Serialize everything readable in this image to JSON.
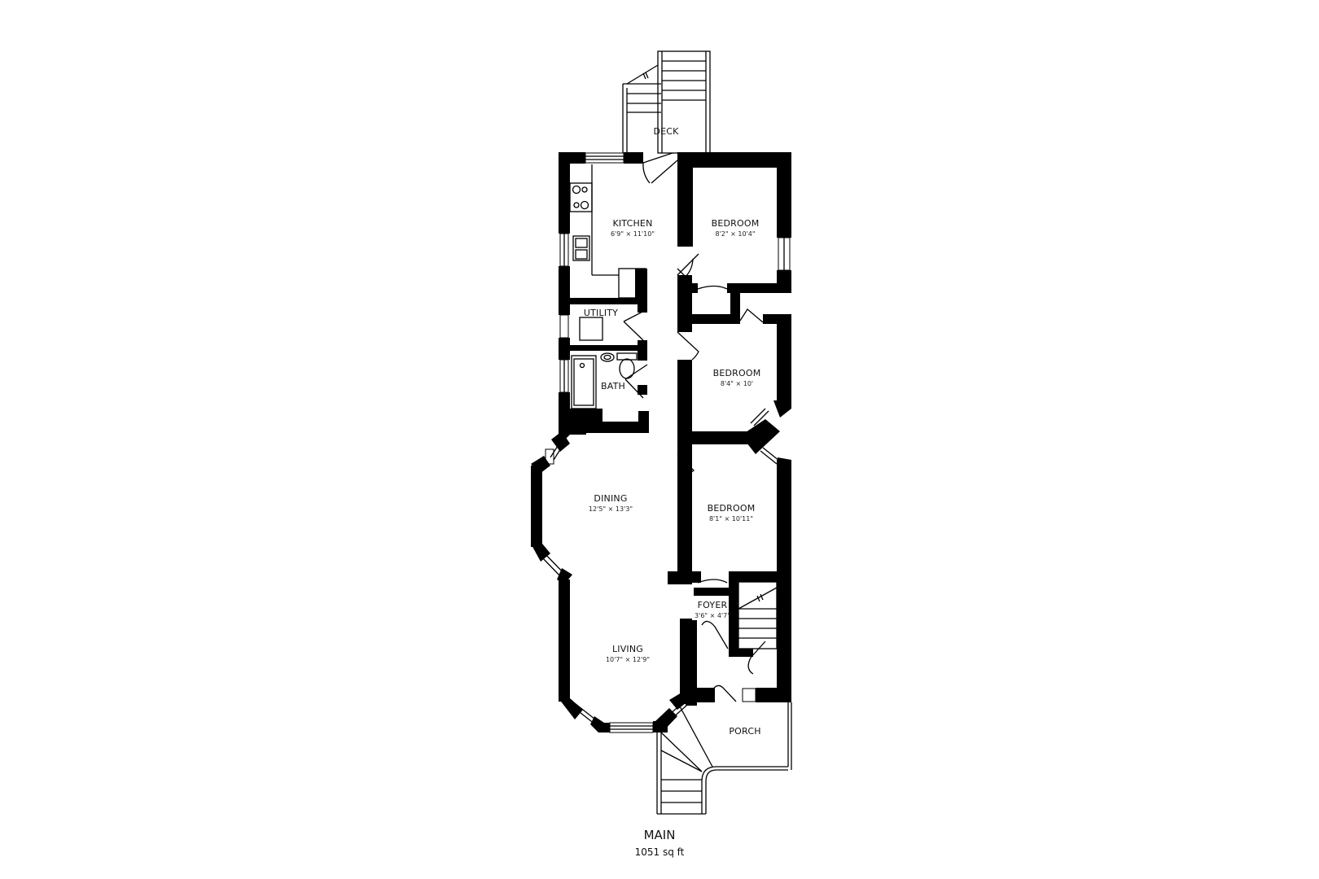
{
  "floor": {
    "title": "MAIN",
    "area": "1051 sq ft"
  },
  "rooms": {
    "deck": {
      "name": "DECK",
      "dims": ""
    },
    "kitchen": {
      "name": "KITCHEN",
      "dims": "6'9\" × 11'10\""
    },
    "bedroom1": {
      "name": "BEDROOM",
      "dims": "8'2\" × 10'4\""
    },
    "utility": {
      "name": "UTILITY",
      "dims": ""
    },
    "bath": {
      "name": "BATH",
      "dims": ""
    },
    "bedroom2": {
      "name": "BEDROOM",
      "dims": "8'4\" × 10'"
    },
    "dining": {
      "name": "DINING",
      "dims": "12'5\" × 13'3\""
    },
    "bedroom3": {
      "name": "BEDROOM",
      "dims": "8'1\" × 10'11\""
    },
    "foyer": {
      "name": "FOYER",
      "dims": "3'6\" × 4'7\""
    },
    "living": {
      "name": "LIVING",
      "dims": "10'7\" × 12'9\""
    },
    "porch": {
      "name": "PORCH",
      "dims": ""
    }
  },
  "colors": {
    "wall": "#000000",
    "background": "#ffffff"
  }
}
